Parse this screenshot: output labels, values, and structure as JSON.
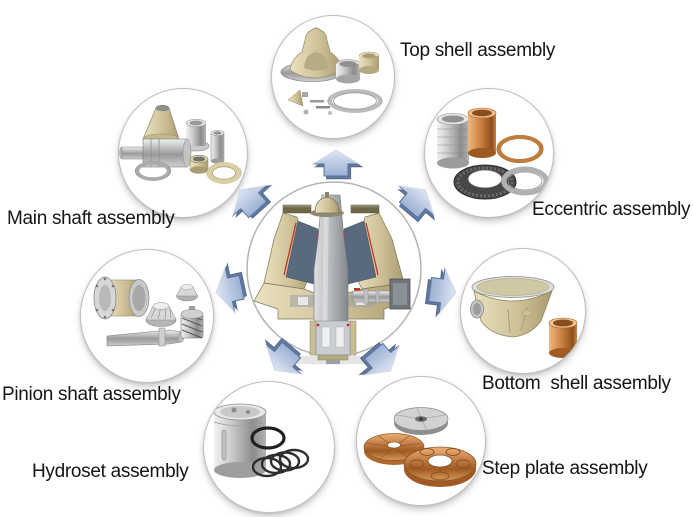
{
  "assemblies": {
    "top_shell": {
      "label": "Top shell assembly",
      "icon": "top-shell-parts-icon"
    },
    "eccentric": {
      "label": "Eccentric assembly",
      "icon": "eccentric-parts-icon"
    },
    "bottom_shell": {
      "label": "Bottom  shell assembly",
      "icon": "bottom-shell-parts-icon"
    },
    "step_plate": {
      "label": "Step plate assembly",
      "icon": "step-plate-parts-icon"
    },
    "hydroset": {
      "label": "Hydroset assembly",
      "icon": "hydroset-parts-icon"
    },
    "pinion_shaft": {
      "label": "Pinion shaft assembly",
      "icon": "pinion-shaft-parts-icon"
    },
    "main_shaft": {
      "label": "Main shaft assembly",
      "icon": "main-shaft-parts-icon"
    }
  },
  "center": {
    "icon": "cone-crusher-cross-section"
  },
  "colors": {
    "background": "#ffffff",
    "label_text": "#151515",
    "arrow_fill": "#b7c6e2",
    "arrow_edge": "#5a719b",
    "circle_border": "#bfbfbf",
    "beige_part": "#d8cda6",
    "steel_part": "#b8b8b8",
    "copper_part": "#c08048",
    "liner_dark": "#5a6a7e",
    "accent_red": "#c33327"
  }
}
